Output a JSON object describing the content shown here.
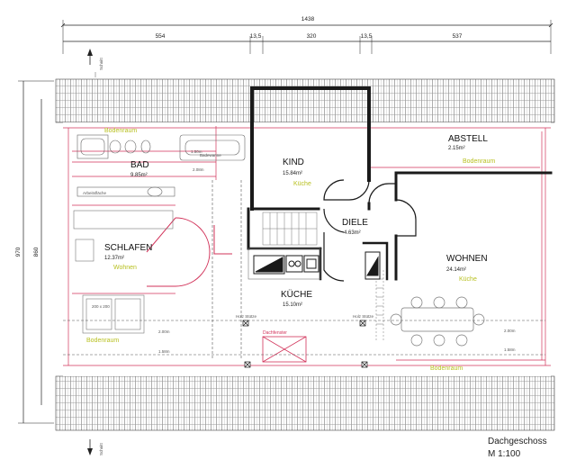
{
  "colors": {
    "wall": "#1a1a1a",
    "red": "#d2335a",
    "yellow": "#b8c020",
    "gray": "#666666",
    "light": "#9a9a9a"
  },
  "dimensions": {
    "total": "1438",
    "seg1": "554",
    "seg2": "13,5",
    "seg3": "320",
    "seg4": "13,5",
    "seg5": "537",
    "left_outer": "970",
    "left_inner": "860"
  },
  "section_label": "Schnitt",
  "rooms": {
    "bad": {
      "name": "BAD",
      "area": "9.85m²"
    },
    "kind": {
      "name": "KIND",
      "area": "15.84m²",
      "sub": "Küche"
    },
    "abstell": {
      "name": "ABSTELL",
      "area": "2.15m²",
      "sub": "Bodenraum"
    },
    "diele": {
      "name": "DIELE",
      "area": "4.63m²"
    },
    "schlafen": {
      "name": "SCHLAFEN",
      "area": "12.37m²",
      "sub": "Wohnen"
    },
    "wohnen": {
      "name": "WOHNEN",
      "area": "24.14m²",
      "sub": "Küche"
    },
    "kueche": {
      "name": "KÜCHE",
      "area": "15.10m²"
    }
  },
  "labels": {
    "bodenraum_top": "Bodenraum",
    "bodenraum_left": "Bodenraum",
    "bodenraum_bottom": "Bodenraum",
    "badewanne": "Badewanne",
    "arbeitsflaeche": "Arbeitsfläche",
    "holz_stuetze_1": "Holz Stütze",
    "holz_stuetze_2": "Holz Stütze",
    "dachfenster": "Dachfenster",
    "bed_size": "200 x 200",
    "dim_150": "1.50m",
    "dim_200": "2.00m",
    "dim_158": "1.58m",
    "dim_208": "2.08m"
  },
  "title": {
    "line1": "Dachgeschoss",
    "line2": "M 1:100"
  }
}
